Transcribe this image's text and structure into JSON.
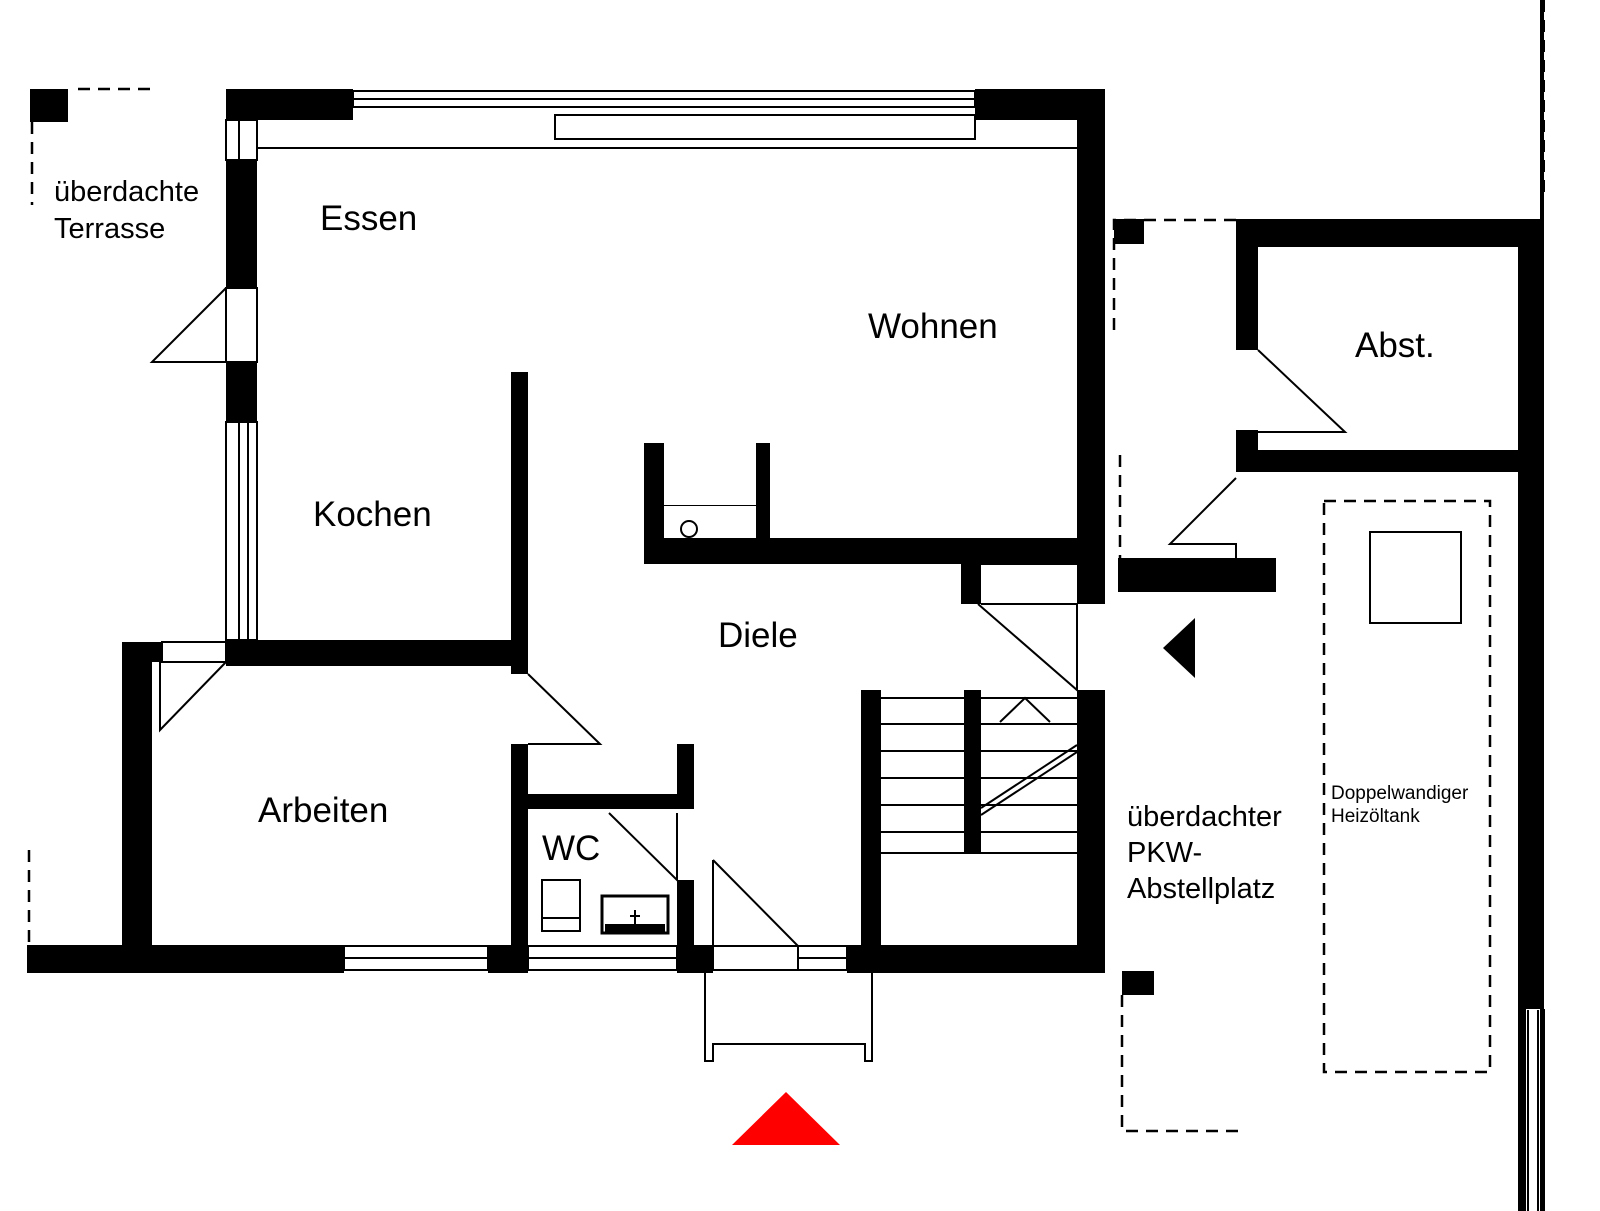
{
  "rooms": {
    "terrace_line1": "überdachte",
    "terrace_line2": "Terrasse",
    "essen": "Essen",
    "wohnen": "Wohnen",
    "kochen": "Kochen",
    "diele": "Diele",
    "arbeiten": "Arbeiten",
    "wc": "WC",
    "abst": "Abst.",
    "carport_line1": "überdachter",
    "carport_line2": "PKW-",
    "carport_line3": "Abstellplatz",
    "tank_line1": "Doppelwandiger",
    "tank_line2": "Heizöltank"
  },
  "colors": {
    "wall": "#000000",
    "background": "#ffffff",
    "entrance_marker": "#ff0000"
  }
}
